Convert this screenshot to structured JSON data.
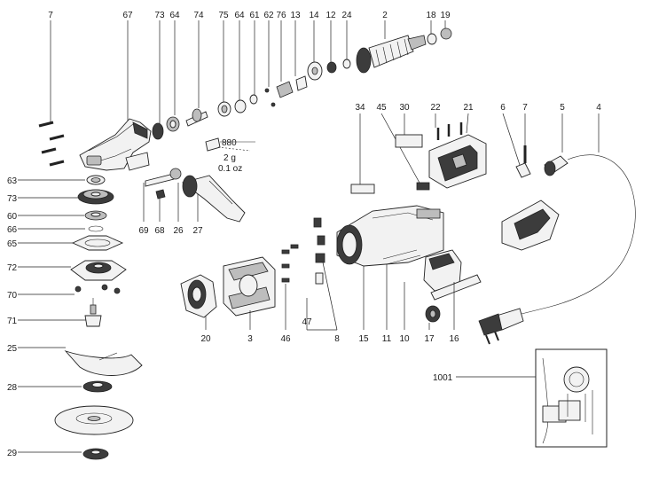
{
  "callouts": {
    "c7a": "7",
    "c67": "67",
    "c73a": "73",
    "c64a": "64",
    "c74": "74",
    "c75": "75",
    "c64b": "64",
    "c61": "61",
    "c62": "62",
    "c76": "76",
    "c13": "13",
    "c14": "14",
    "c12": "12",
    "c24": "24",
    "c2": "2",
    "c18": "18",
    "c19": "19",
    "c880": "880",
    "weight_g": "2 g",
    "weight_oz": "0.1 oz",
    "c63": "63",
    "c73b": "73",
    "c60": "60",
    "c66": "66",
    "c65": "65",
    "c72": "72",
    "c70": "70",
    "c71": "71",
    "c25": "25",
    "c28": "28",
    "c29": "29",
    "c69": "69",
    "c68": "68",
    "c26": "26",
    "c27": "27",
    "c34": "34",
    "c45": "45",
    "c30": "30",
    "c22": "22",
    "c21": "21",
    "c6": "6",
    "c7b": "7",
    "c5": "5",
    "c4": "4",
    "c20": "20",
    "c3": "3",
    "c46": "46",
    "c47": "47",
    "c8": "8",
    "c15": "15",
    "c11": "11",
    "c10": "10",
    "c17": "17",
    "c16": "16",
    "c1001": "1001"
  },
  "colors": {
    "line": "#222222",
    "fill": "#f2f2f2",
    "dark": "#3c3c3c",
    "background": "#ffffff"
  }
}
